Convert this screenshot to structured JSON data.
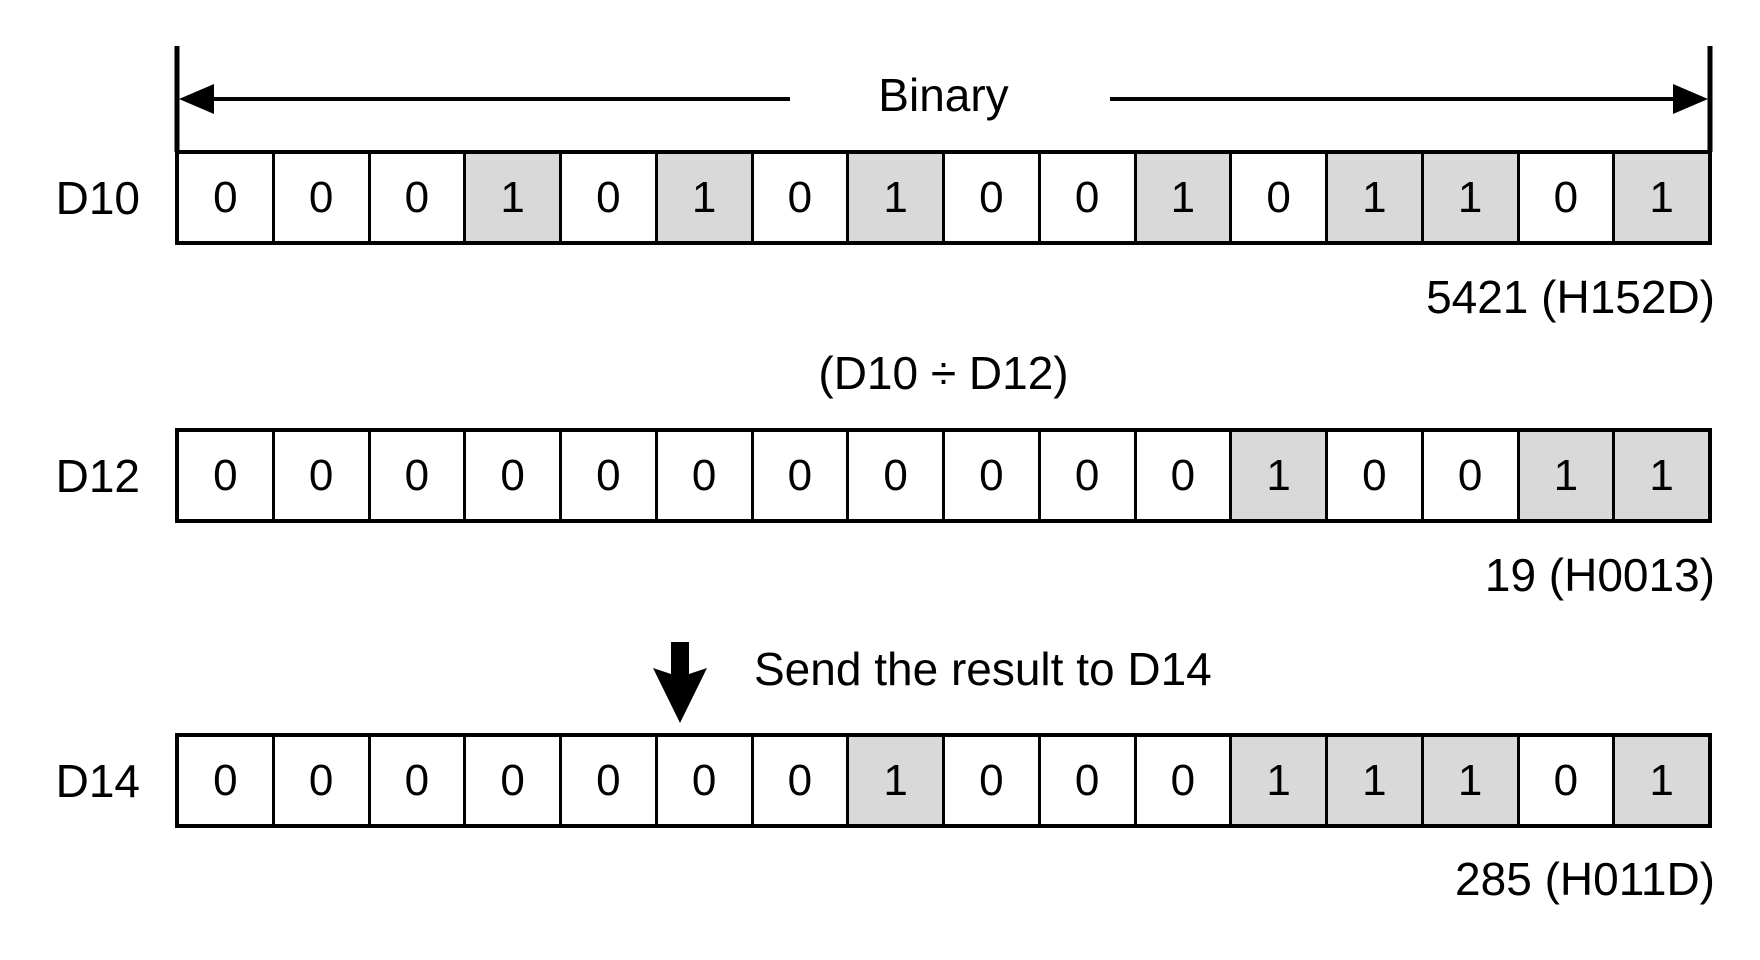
{
  "title_label": "Binary",
  "operation_label": "(D10 ÷ D12)",
  "send_label": "Send the result to D14",
  "colors": {
    "shaded_cell": "#d9d9d9",
    "line": "#000000",
    "background": "#ffffff"
  },
  "icons": {
    "binary_span_left_arrow": "left-arrow",
    "binary_span_right_arrow": "right-arrow",
    "send_down_arrow": "down-arrow"
  },
  "rows": [
    {
      "register": "D10",
      "bits": [
        "0",
        "0",
        "0",
        "1",
        "0",
        "1",
        "0",
        "1",
        "0",
        "0",
        "1",
        "0",
        "1",
        "1",
        "0",
        "1"
      ],
      "value_label": "5421 (H152D)"
    },
    {
      "register": "D12",
      "bits": [
        "0",
        "0",
        "0",
        "0",
        "0",
        "0",
        "0",
        "0",
        "0",
        "0",
        "0",
        "1",
        "0",
        "0",
        "1",
        "1"
      ],
      "value_label": "19 (H0013)"
    },
    {
      "register": "D14",
      "bits": [
        "0",
        "0",
        "0",
        "0",
        "0",
        "0",
        "0",
        "1",
        "0",
        "0",
        "0",
        "1",
        "1",
        "1",
        "0",
        "1"
      ],
      "value_label": "285 (H011D)"
    }
  ]
}
